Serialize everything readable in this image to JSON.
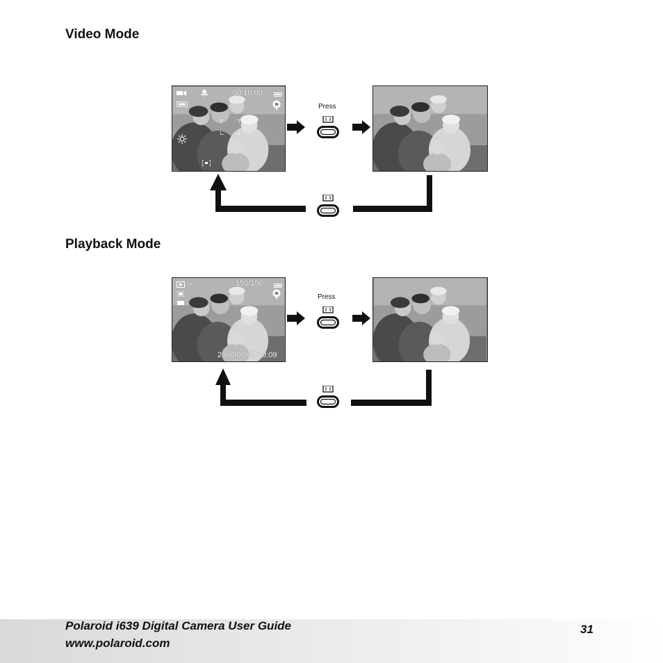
{
  "video": {
    "heading": "Video Mode",
    "timer": "00:10:00",
    "press": "Press"
  },
  "playback": {
    "heading": "Playback Mode",
    "on_label": "On",
    "counter": "150/150",
    "datetime": "2006/08/01  18:09",
    "press": "Press"
  },
  "footer": {
    "title": "Polaroid i639 Digital Camera User Guide",
    "url": "www.polaroid.com",
    "page": "31"
  },
  "icons": {
    "video_camera": "video-camera-icon",
    "macro": "macro-flower-icon",
    "battery": "battery-icon",
    "memory": "internal-memory-icon",
    "white_balance": "sun-icon",
    "display_button": "display-button-icon",
    "arrow": "arrow-right-icon"
  }
}
